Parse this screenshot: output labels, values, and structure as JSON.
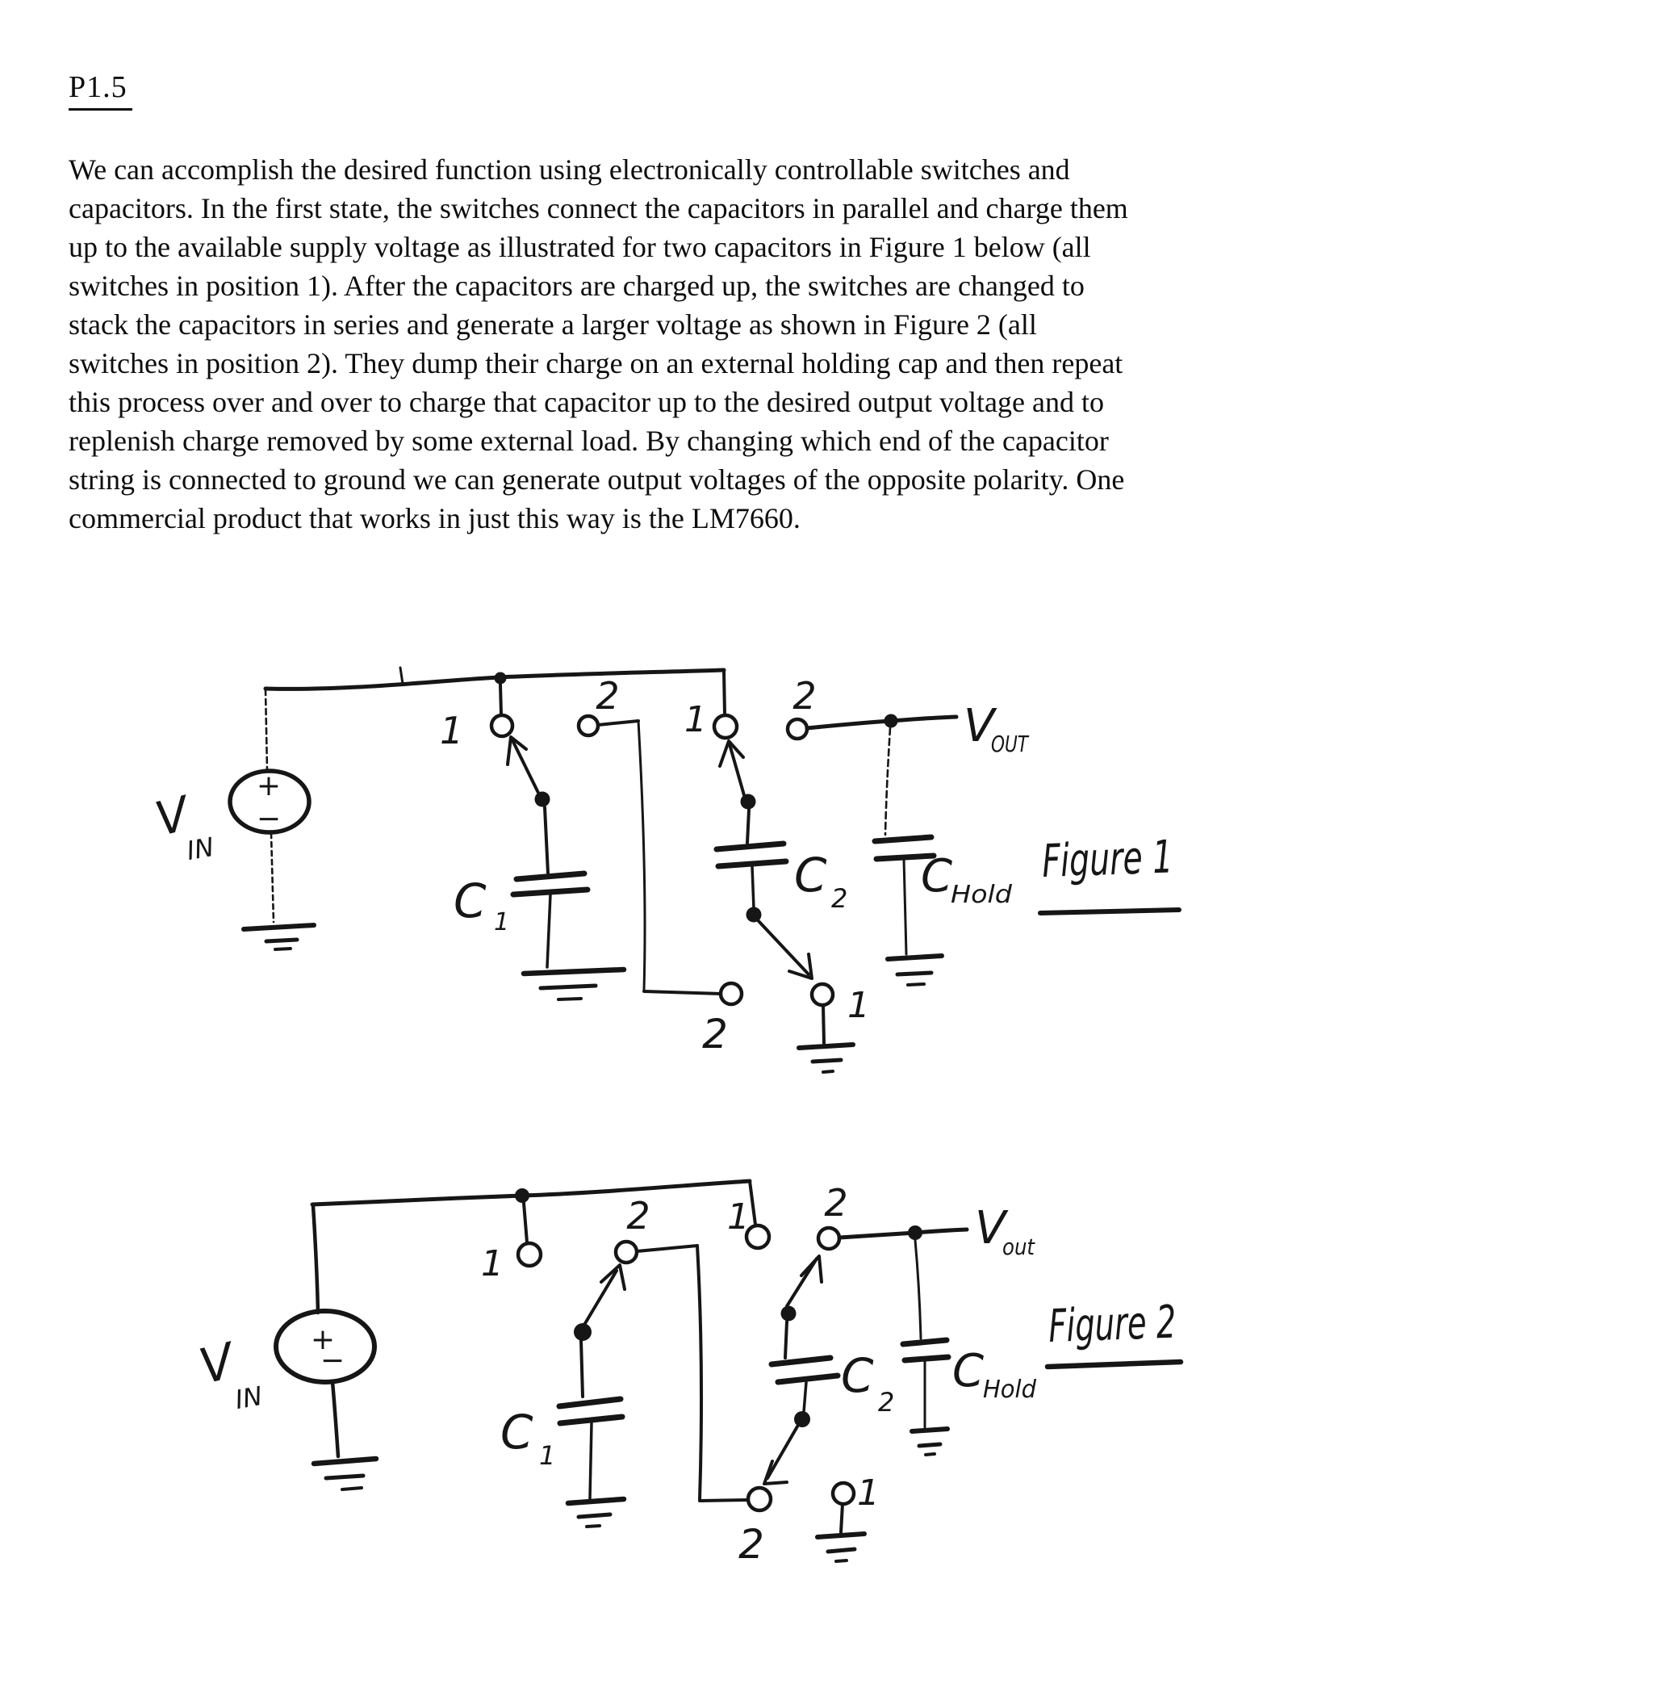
{
  "document": {
    "heading": "P1.5",
    "paragraph_lines": [
      "We can accomplish the desired function using electronically controllable switches and",
      "capacitors. In the first state, the switches connect the capacitors in parallel and charge them",
      "up to the available supply voltage as illustrated for two capacitors in Figure 1 below (all",
      "switches in position 1). After the capacitors are charged up, the switches are changed to",
      "stack the capacitors in series and generate a larger voltage as shown in Figure 2 (all",
      "switches in position 2). They dump their charge on an external holding cap and then repeat",
      "this process over and over to charge that capacitor up to the desired output voltage and to",
      "replenish charge removed by some external load. By changing which end of the capacitor",
      "string is connected to ground we can generate output voltages of the opposite polarity. One",
      "commercial product that works in just this way is the LM7660."
    ]
  },
  "figure1": {
    "caption": "Figure 1",
    "vin_main": "V",
    "vin_sub": "IN",
    "vout_main": "V",
    "vout_sub": "OUT",
    "plus": "+",
    "minus": "−",
    "c1_main": "C",
    "c1_sub": "1",
    "c2_main": "C",
    "c2_sub": "2",
    "chold_main": "C",
    "chold_sub": "Hold",
    "s1_pos1": "1",
    "s1_pos2": "2",
    "s2_pos1": "1",
    "s2_pos2": "2",
    "s3_pos1": "1",
    "s3_pos2": "2"
  },
  "figure2": {
    "caption": "Figure 2",
    "vin_main": "V",
    "vin_sub": "IN",
    "vout_main": "V",
    "vout_sub": "out",
    "plus": "+",
    "minus": "−",
    "c1_main": "C",
    "c1_sub": "1",
    "c2_main": "C",
    "c2_sub": "2",
    "chold_main": "C",
    "chold_sub": "Hold",
    "s1_pos1": "1",
    "s1_pos2": "2",
    "s2_pos1": "1",
    "s2_pos2": "2",
    "s3_pos1": "1",
    "s3_pos2": "2"
  }
}
